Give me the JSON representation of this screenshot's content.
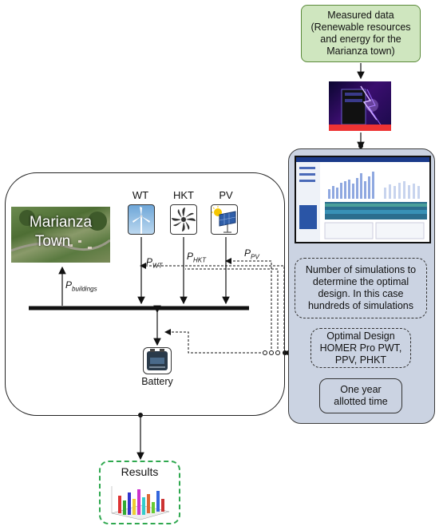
{
  "measured_data": {
    "line1": "Measured data",
    "line2": "(Renewable resources",
    "line3": "and energy for the",
    "line4": "Marianza town)"
  },
  "simulations_box": {
    "line1": "Number of simulations to",
    "line2": "determine the optimal",
    "line3": "design. In this case",
    "line4": "hundreds of simulations"
  },
  "optimal_box": {
    "line1": "Optimal Design",
    "line2": "HOMER Pro PWT,",
    "line3": "PPV, PHKT"
  },
  "time_box": {
    "line1": "One year",
    "line2": "allotted time"
  },
  "town": {
    "line1": "Marianza",
    "line2": "Town"
  },
  "components": {
    "wt": "WT",
    "hkt": "HKT",
    "pv": "PV"
  },
  "power_labels": {
    "buildings_main": "P",
    "buildings_sub": "buildings",
    "wt_main": "P",
    "wt_sub": "WT",
    "hkt_main": "P",
    "hkt_sub": "HKT",
    "pv_main": "P",
    "pv_sub": "PV"
  },
  "battery": "Battery",
  "results": "Results"
}
